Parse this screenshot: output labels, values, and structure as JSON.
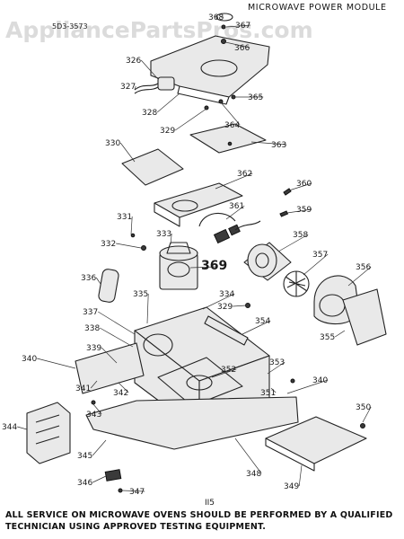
{
  "title": "MICROWAVE POWER MODULE",
  "model_code": "5D3-3573",
  "watermark": "AppliancePartsPros.com",
  "figure_code": "II5",
  "callouts": [
    "326",
    "327",
    "328",
    "329",
    "330",
    "331",
    "332",
    "333",
    "334",
    "335",
    "336",
    "337",
    "338",
    "339",
    "340",
    "341",
    "342",
    "343",
    "344",
    "345",
    "346",
    "347",
    "348",
    "349",
    "350",
    "351",
    "352",
    "353",
    "354",
    "355",
    "356",
    "357",
    "358",
    "359",
    "360",
    "361",
    "362",
    "363",
    "364",
    "365",
    "366",
    "367",
    "368",
    "369"
  ],
  "second_labels": {
    "329": "329",
    "340": "340"
  },
  "footer": {
    "line1": "ALL SERVICE ON MICROWAVE OVENS SHOULD BE PERFORMED BY A QUALIFIED",
    "line2": "TECHNICIAN USING APPROVED TESTING EQUIPMENT."
  }
}
